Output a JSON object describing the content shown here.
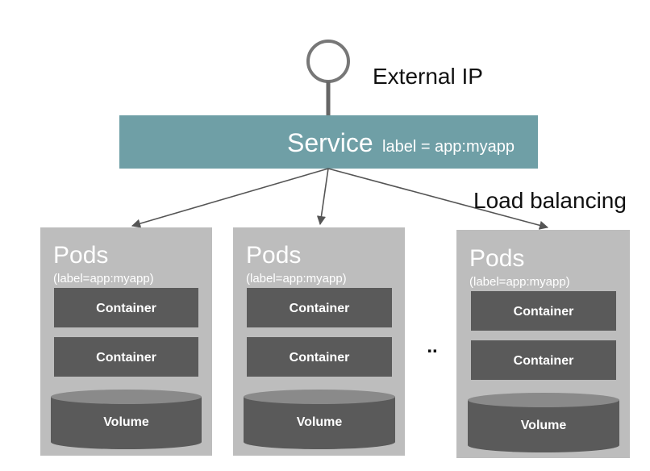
{
  "colors": {
    "service_fill": "#6f9fa6",
    "pod_fill": "#bdbdbd",
    "container_fill": "#5a5a5a",
    "volume_fill": "#5a5a5a",
    "volume_top": "#8a8a8a",
    "line": "#555555",
    "text_dark": "#111111",
    "text_light": "#ffffff"
  },
  "external_ip": {
    "label": "External IP"
  },
  "service": {
    "title": "Service",
    "selector": "label = app:myapp"
  },
  "load_balancing": {
    "label": "Load balancing"
  },
  "ellipsis": "..",
  "pods": [
    {
      "title": "Pods",
      "label": "(label=app:myapp)",
      "containers": [
        "Container",
        "Container"
      ],
      "volume": "Volume"
    },
    {
      "title": "Pods",
      "label": "(label=app:myapp)",
      "containers": [
        "Container",
        "Container"
      ],
      "volume": "Volume"
    },
    {
      "title": "Pods",
      "label": "(label=app:myapp)",
      "containers": [
        "Container",
        "Container"
      ],
      "volume": "Volume"
    }
  ]
}
